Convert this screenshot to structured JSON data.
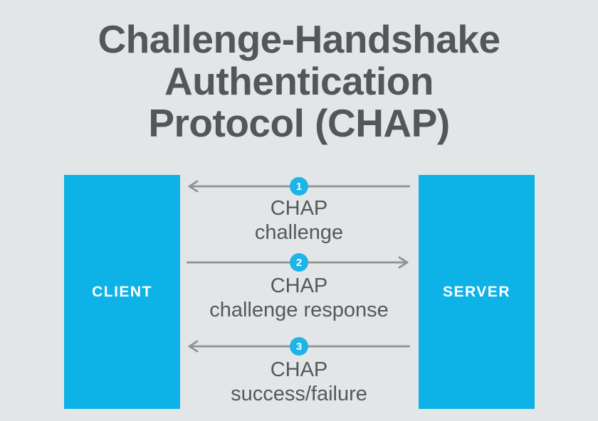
{
  "title": {
    "lines": [
      "Challenge-Handshake",
      "Authentication",
      "Protocol (CHAP)"
    ],
    "full": "Challenge-Handshake Authentication Protocol (CHAP)"
  },
  "entities": {
    "client": {
      "label": "CLIENT"
    },
    "server": {
      "label": "SERVER"
    }
  },
  "steps": [
    {
      "number": "1",
      "direction": "left",
      "label_line1": "CHAP",
      "label_line2": "challenge"
    },
    {
      "number": "2",
      "direction": "right",
      "label_line1": "CHAP",
      "label_line2": "challenge response"
    },
    {
      "number": "3",
      "direction": "left",
      "label_line1": "CHAP",
      "label_line2": "success/failure"
    }
  ],
  "colors": {
    "background": "#e2e6e7",
    "box_fill": "#0db2e6",
    "badge_fill": "#1db4e7",
    "title_text": "#54575a",
    "label_text": "#56585b",
    "arrow": "#8f9295",
    "box_text": "#ffffff"
  }
}
